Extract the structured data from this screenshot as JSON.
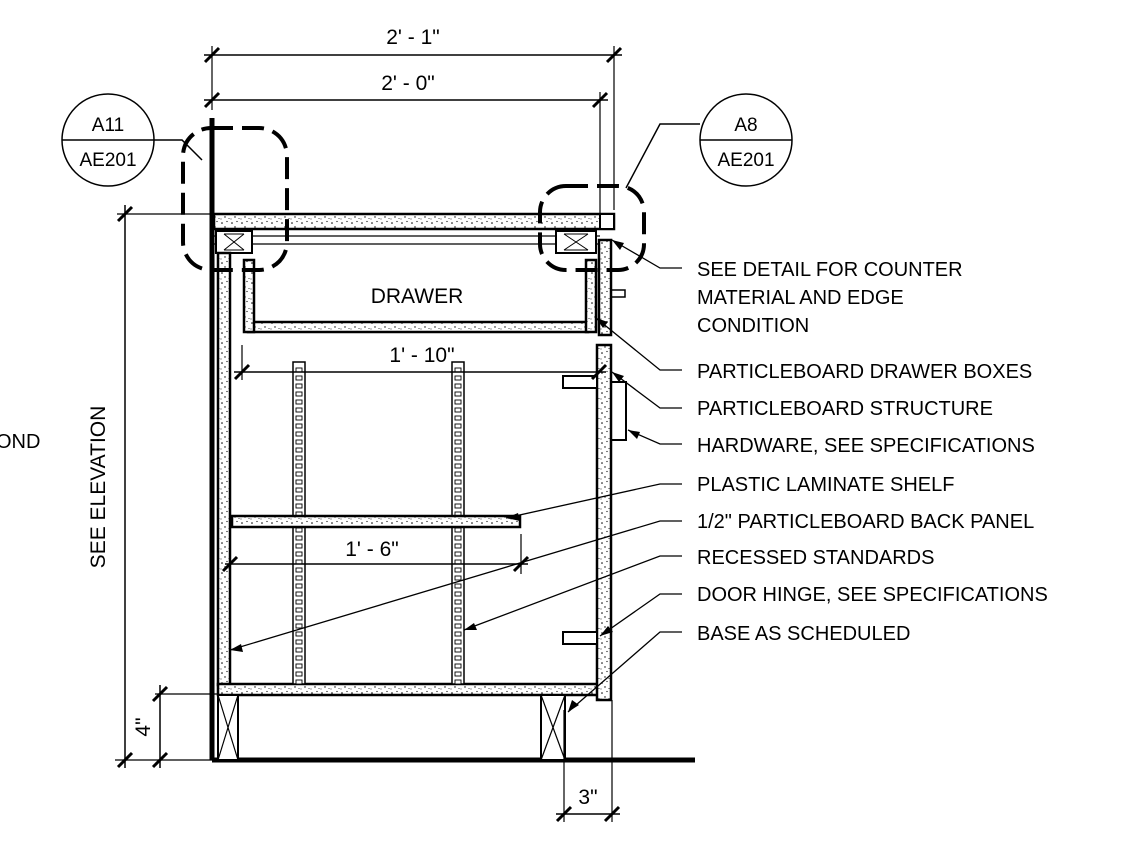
{
  "dimensions": {
    "overall_width": "2' - 1\"",
    "cabinet_width": "2' - 0\"",
    "drawer_interior_width": "1' - 10\"",
    "shelf_depth": "1' - 6\"",
    "toe_kick_height": "4\"",
    "toe_kick_recess": "3\"",
    "height_reference": "SEE ELEVATION"
  },
  "detail_callouts": [
    {
      "detail": "A11",
      "sheet": "AE201"
    },
    {
      "detail": "A8",
      "sheet": "AE201"
    }
  ],
  "drawer_label": "DRAWER",
  "truncated_text": "OND",
  "notes": [
    "SEE DETAIL FOR COUNTER",
    "MATERIAL AND EDGE",
    "CONDITION",
    "PARTICLEBOARD DRAWER BOXES",
    "PARTICLEBOARD STRUCTURE",
    "HARDWARE, SEE SPECIFICATIONS",
    "PLASTIC LAMINATE SHELF",
    "1/2\" PARTICLEBOARD BACK PANEL",
    "RECESSED STANDARDS",
    "DOOR HINGE, SEE SPECIFICATIONS",
    "BASE AS SCHEDULED"
  ]
}
